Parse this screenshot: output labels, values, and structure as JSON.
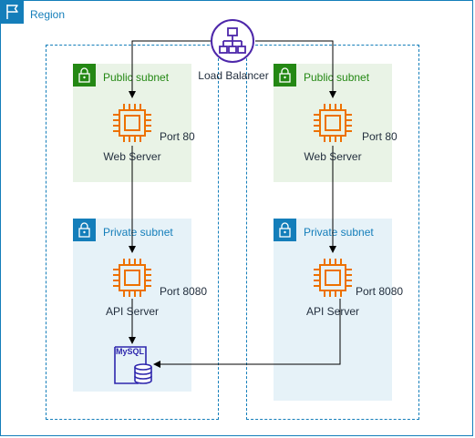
{
  "region": {
    "label": "Region"
  },
  "load_balancer": {
    "label": "Load Balancer"
  },
  "left_az": {
    "public_subnet": {
      "label": "Public subnet"
    },
    "web_server": {
      "label": "Web Server",
      "port": "Port 80"
    },
    "private_subnet": {
      "label": "Private subnet"
    },
    "api_server": {
      "label": "API Server",
      "port": "Port 8080"
    },
    "database": {
      "label": "MySQL"
    }
  },
  "right_az": {
    "public_subnet": {
      "label": "Public subnet"
    },
    "web_server": {
      "label": "Web Server",
      "port": "Port 80"
    },
    "private_subnet": {
      "label": "Private subnet"
    },
    "api_server": {
      "label": "API Server",
      "port": "Port 8080"
    }
  },
  "colors": {
    "region": "#147eba",
    "public_subnet": "#248814",
    "public_subnet_fill": "#e9f3e6",
    "private_subnet": "#147eba",
    "private_subnet_fill": "#e6f2f8",
    "ec2": "#ed7100",
    "load_balancer": "#4d27aa",
    "database": "#2e27ad"
  },
  "icons": {
    "region": "region-flag-icon",
    "subnet": "padlock-icon",
    "server": "ec2-chip-icon",
    "load_balancer": "load-balancer-icon",
    "database": "mysql-database-icon"
  }
}
